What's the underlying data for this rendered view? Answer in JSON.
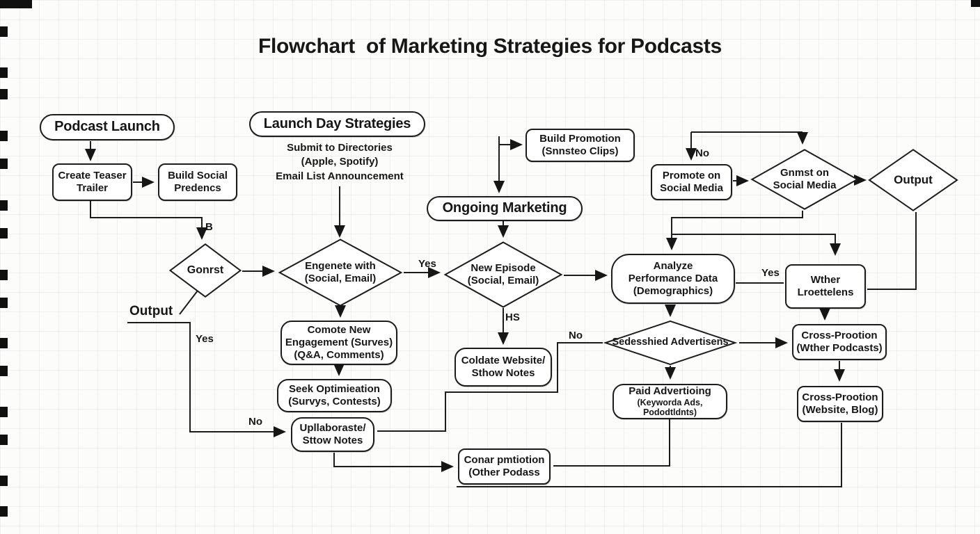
{
  "title": "Flowchart  of Marketing Strategies for Podcasts",
  "colors": {
    "stroke": "#1c1c1c",
    "node_fill": "#ffffff",
    "background": "#fcfcfb",
    "grid_line": "#e6e6ea",
    "text": "#161616"
  },
  "nodes": {
    "podcast_launch": "Podcast Launch",
    "create_teaser": "Create Teaser\nTrailer",
    "build_social": "Build Social\nPredencs",
    "launch_day": "Launch Day Strategies",
    "launch_day_notes": "Submit to Directories\n(Apple, Spotify)\nEmail List Announcement",
    "build_promotion": "Build Promotion\n(Snnsteo Clips)",
    "ongoing_marketing": "Ongoing Marketing",
    "promote_social": "Promote on\nSocial Media",
    "social_decision": "Gnmst on\nSocial Media",
    "output_decision": "Output",
    "gonrst_decision": "Gonrst",
    "engenete_decision": "Engenete with\n(Social, Email)",
    "new_episode_decision": "New Episode\n(Social, Email)",
    "analyze_performance": "Analyze\nPerformance Data\n(Demographics)",
    "wther_lroettelens": "Wther\nLroettelens",
    "comote_engagement": "Comote New\nEngagement (Surves)\n(Q&A, Comments)",
    "seek_optimieation": "Seek Optimieation\n(Survys, Contests)",
    "coldate_website": "Coldate Website/\nSthow Notes",
    "sedesshied_advertisens": "Sedesshied Advertisens",
    "paid_advertioing_title": "Paid Advertioing",
    "paid_advertioing_sub": "(Keyworda Ads, Pododtldnts)",
    "cross_prootion_podcasts": "Cross-Prootion\n(Wther Podcasts)",
    "cross_prootion_website": "Cross-Prootion\n(Website, Blog)",
    "upllaboraste": "Upllaboraste/\nSttow Notes",
    "conar_pmtiotion": "Conar pmtiotion\n(Other Podass"
  },
  "edge_labels": {
    "b": "B",
    "output": "Output",
    "yes_left": "Yes",
    "no_left": "No",
    "yes_mid": "Yes",
    "hs": "HS",
    "no_mid": "No",
    "yes_right": "Yes",
    "no_top": "No"
  }
}
